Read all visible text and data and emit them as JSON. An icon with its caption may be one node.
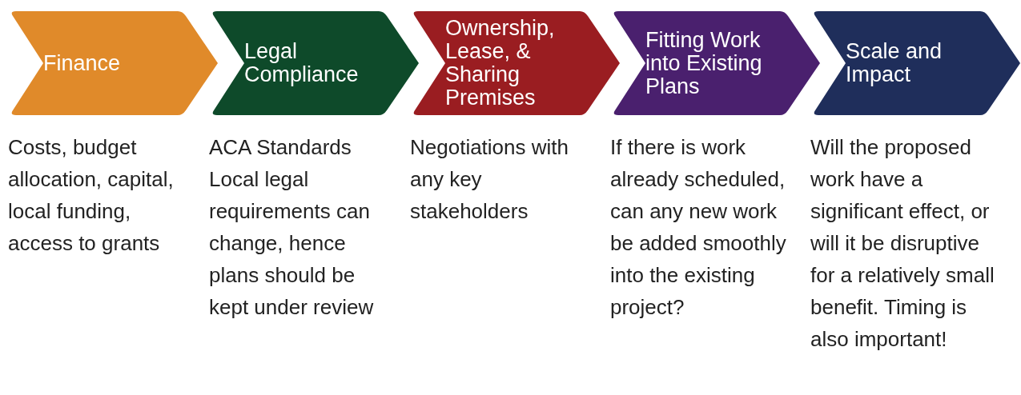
{
  "diagram": {
    "nodes": [
      {
        "text": [
          "Finance"
        ],
        "beside": [
          "Costs, budget allocation, capital, local funding, access to grants"
        ]
      },
      {
        "text": [
          "Legal Compliance"
        ],
        "beside": [
          "ACA Standards",
          "Local legal requirements can change, hence plans should be kept under review"
        ]
      },
      {
        "text": [
          "Ownership, Lease, & Sharing Premises"
        ],
        "beside": [
          "Negotiations with any key stakeholders"
        ]
      },
      {
        "text": [
          "Fitting Work into Existing Plans"
        ],
        "beside": [
          "If there is work already scheduled, can any new work be added smoothly into the existing project?"
        ]
      },
      {
        "text": [
          "Scale and Impact"
        ],
        "beside": [
          "Will the proposed work have a significant effect, or will it be disruptive for a relatively small benefit. Timing is also important!"
        ]
      }
    ]
  }
}
